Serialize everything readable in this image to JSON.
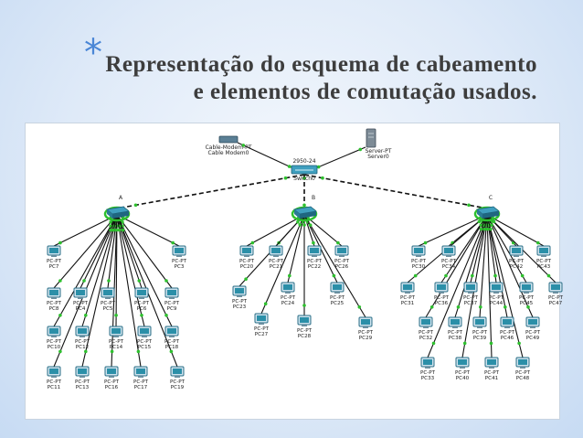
{
  "slide": {
    "bullet": "*",
    "title_line1": "Representação do esquema de cabeamento",
    "title_line2": "e elementos de comutação usados."
  },
  "diagram": {
    "center_switch": {
      "model": "2950-24",
      "name": "Switch0"
    },
    "modem": {
      "model": "Cable-Modem-PT",
      "name": "Cable Modem0"
    },
    "server": {
      "model": "Server-PT",
      "name": "Server0"
    },
    "hubs": [
      {
        "letter": "A",
        "pcs": [
          "PC7",
          "PC8",
          "PC3",
          "PC6",
          "PC4",
          "PC5",
          "PC9",
          "PC10",
          "PC12",
          "PC14",
          "PC15",
          "PC18",
          "PC11",
          "PC13",
          "PC16",
          "PC17",
          "PC19"
        ]
      },
      {
        "letter": "B",
        "pcs": [
          "PC20",
          "PC21",
          "PC22",
          "PC26",
          "PC23",
          "PC24",
          "PC25",
          "PC27",
          "PC28",
          "PC29"
        ]
      },
      {
        "letter": "C",
        "pcs": [
          "PC30",
          "PC34",
          "PC42",
          "PC43",
          "PC31",
          "PC36",
          "PC37",
          "PC44",
          "PC45",
          "PC47",
          "PC32",
          "PC38",
          "PC39",
          "PC46",
          "PC49",
          "PC33",
          "PC40",
          "PC41",
          "PC48"
        ]
      }
    ],
    "device_type": "PC-PT"
  },
  "colors": {
    "accent": "#4a86d6",
    "title": "#3d3d3d",
    "link_ok": "#2ec02e",
    "device": "#2b8fa8"
  }
}
